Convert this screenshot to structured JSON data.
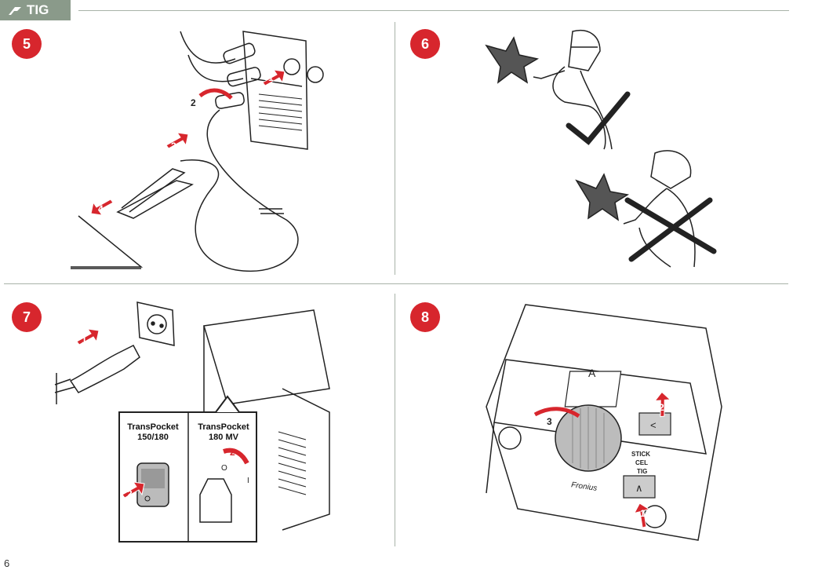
{
  "header": {
    "section_tag": "TIG"
  },
  "steps": [
    {
      "number": "5"
    },
    {
      "number": "6"
    },
    {
      "number": "7"
    },
    {
      "number": "8"
    }
  ],
  "step5": {
    "callouts": [
      "1",
      "2",
      "3",
      "4"
    ]
  },
  "step7": {
    "callouts": [
      "1",
      "2",
      "2"
    ],
    "model_a_label": "TransPocket\n150/180",
    "model_b_label": "TransPocket\n180 MV",
    "switch_off": "O",
    "switch_on": "I"
  },
  "step8": {
    "callouts": [
      "1",
      "2",
      "3"
    ],
    "modes": [
      "STICK",
      "CEL",
      "TIG"
    ],
    "brand": "Fronius",
    "unit_a": "A",
    "button_up": "∧",
    "button_left": "<"
  },
  "page_number": "6",
  "colors": {
    "accent": "#d7262d",
    "rule": "#a8b3a8",
    "tag_bg": "#8a9a8a"
  }
}
